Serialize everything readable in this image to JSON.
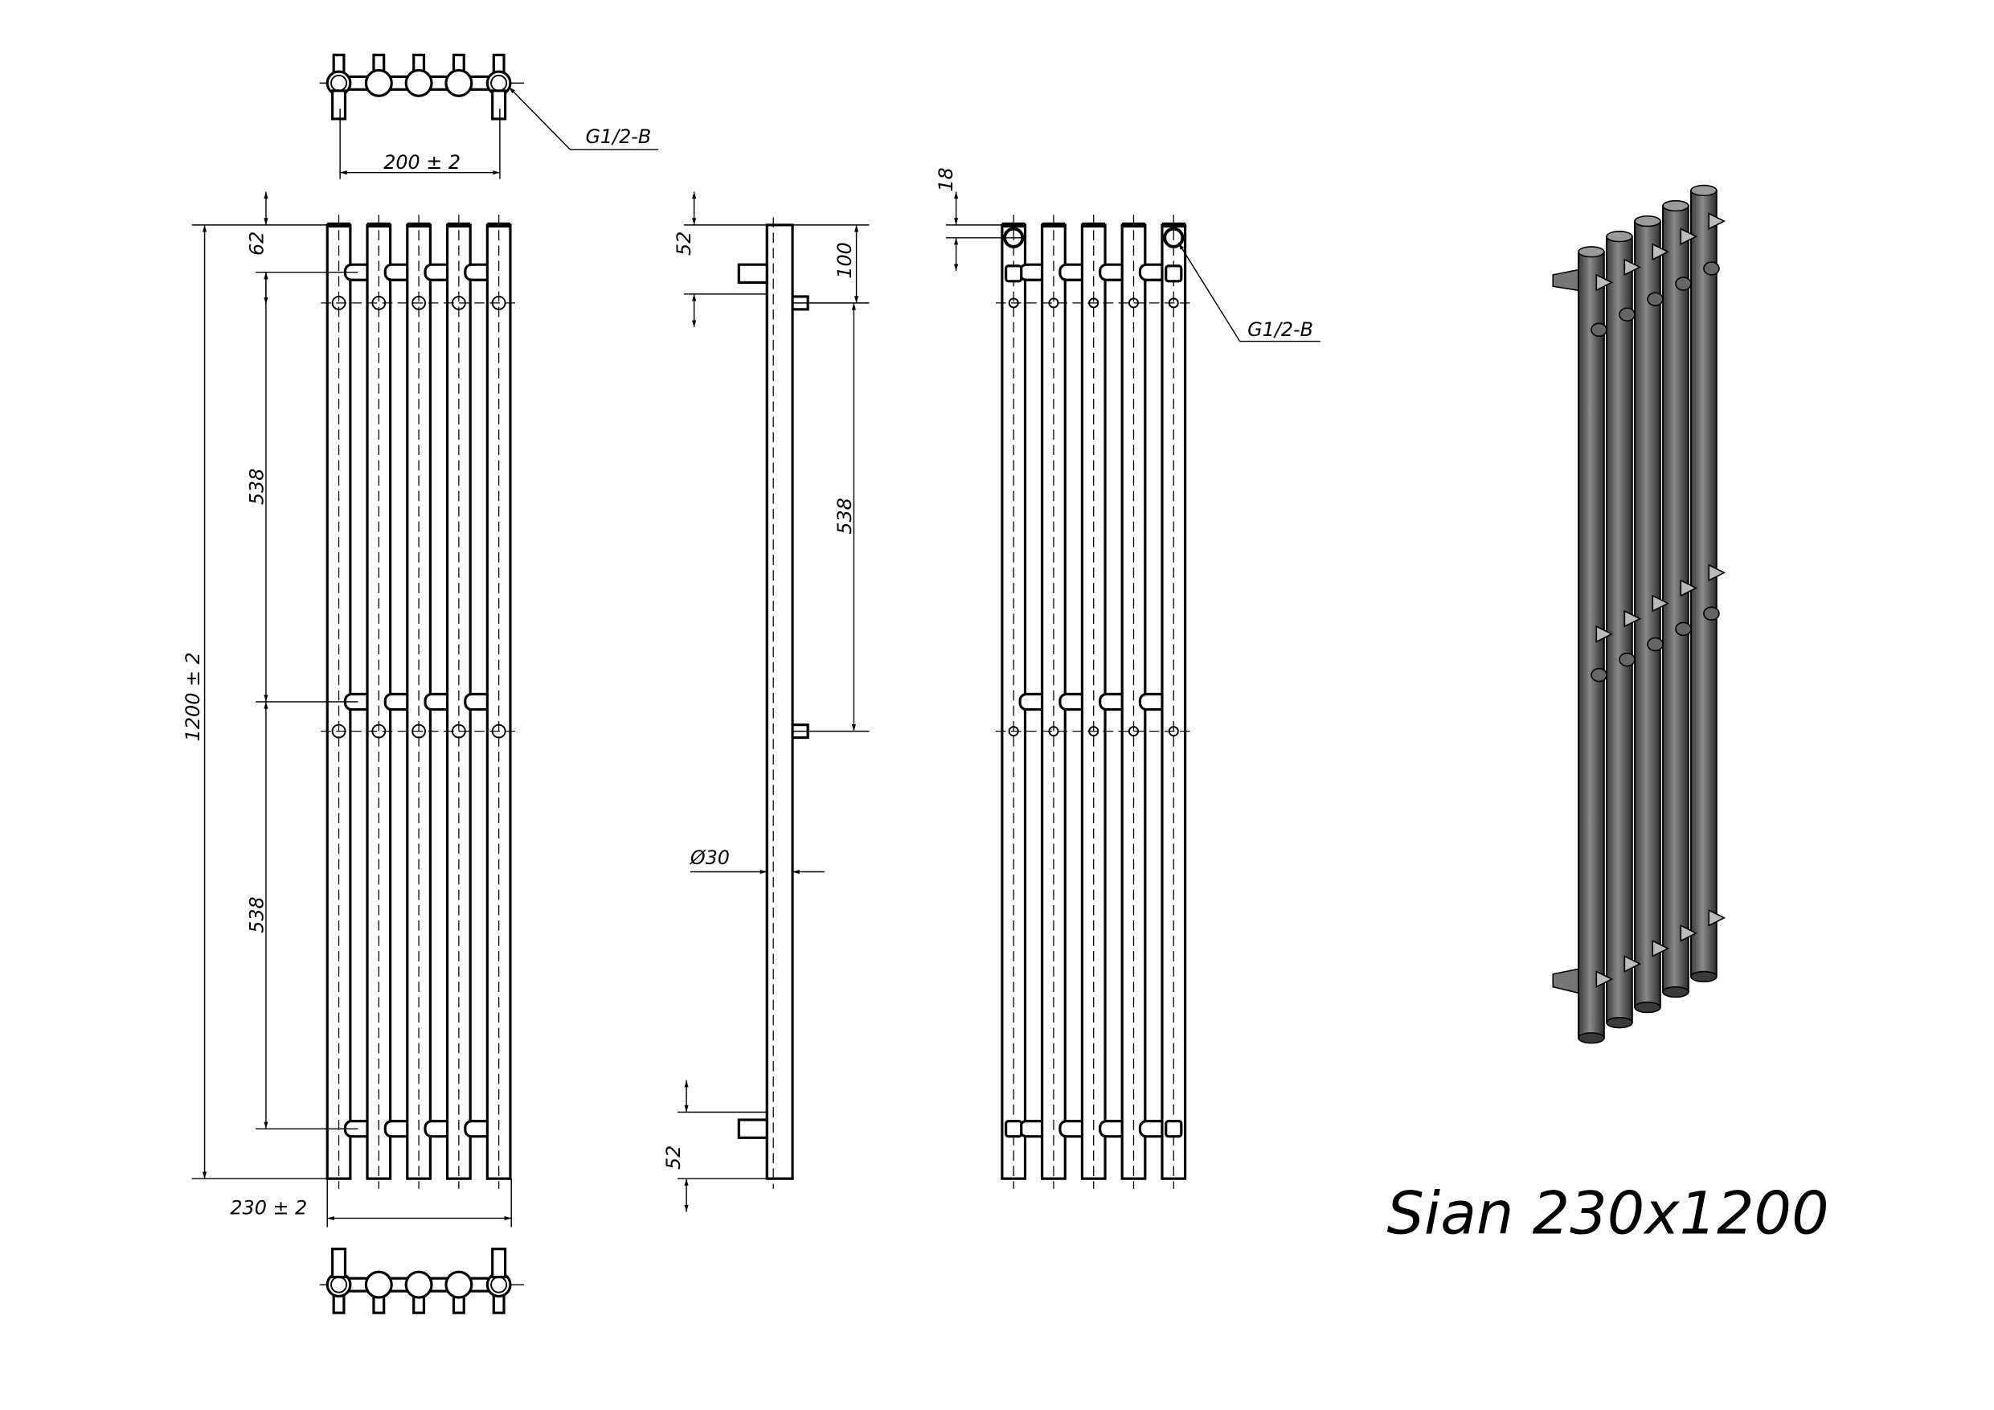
{
  "drawing": {
    "title": "Sian  230x1200",
    "thread_callouts": [
      "G1/2-B",
      "G1/2-B"
    ],
    "dimensions": {
      "top_view_spacing": "200 ± 2",
      "front_top_offset": "62",
      "front_section_upper": "538",
      "front_section_lower": "538",
      "front_total_height": "1200 ± 2",
      "front_total_width": "230 ± 2",
      "side_top_offset": "52",
      "side_bracket_offset": "100",
      "side_bracket_spacing": "538",
      "side_tube_diameter": "Ø30",
      "side_bottom_offset": "52",
      "rear_inlet_offset": "18"
    },
    "tube_count": 5,
    "render_color": "#5a5a5a"
  }
}
